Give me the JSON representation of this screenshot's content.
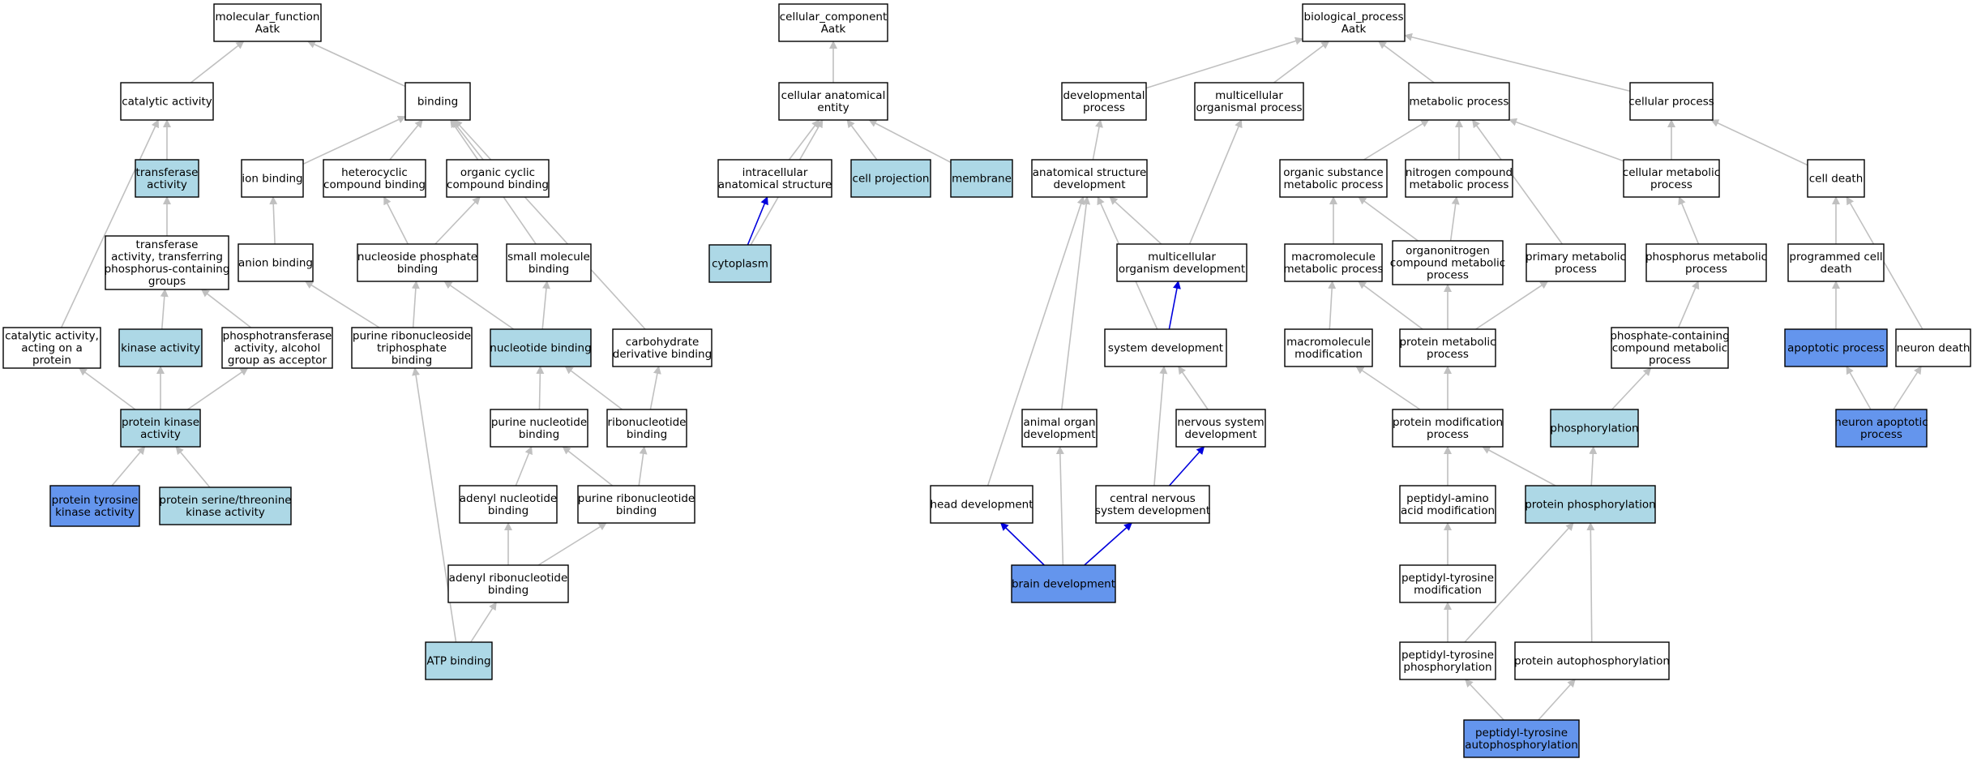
{
  "colors": {
    "default_fill": "#ffffff",
    "light": "#add8e6",
    "dark": "#6495ed",
    "edge_gray": "#c0c0c0",
    "edge_blue": "#0000dd",
    "border": "#000000"
  },
  "nodes": [
    {
      "id": "mf",
      "lines": [
        "molecular_function",
        "Aatk"
      ],
      "fill": "default_fill"
    },
    {
      "id": "cat",
      "lines": [
        "catalytic activity"
      ],
      "fill": "default_fill"
    },
    {
      "id": "binding",
      "lines": [
        "binding"
      ],
      "fill": "default_fill"
    },
    {
      "id": "transferase",
      "lines": [
        "transferase",
        "activity"
      ],
      "fill": "light"
    },
    {
      "id": "ionbind",
      "lines": [
        "ion binding"
      ],
      "fill": "default_fill"
    },
    {
      "id": "hetero",
      "lines": [
        "heterocyclic",
        "compound binding"
      ],
      "fill": "default_fill"
    },
    {
      "id": "orgcyc",
      "lines": [
        "organic cyclic",
        "compound binding"
      ],
      "fill": "default_fill"
    },
    {
      "id": "transphos",
      "lines": [
        "transferase",
        "activity, transferring",
        "phosphorus-containing",
        "groups"
      ],
      "fill": "default_fill"
    },
    {
      "id": "anion",
      "lines": [
        "anion binding"
      ],
      "fill": "default_fill"
    },
    {
      "id": "nucphos",
      "lines": [
        "nucleoside phosphate",
        "binding"
      ],
      "fill": "default_fill"
    },
    {
      "id": "smallmol",
      "lines": [
        "small molecule",
        "binding"
      ],
      "fill": "default_fill"
    },
    {
      "id": "catprot",
      "lines": [
        "catalytic activity,",
        "acting on a",
        "protein"
      ],
      "fill": "default_fill"
    },
    {
      "id": "kinase",
      "lines": [
        "kinase activity"
      ],
      "fill": "light"
    },
    {
      "id": "phosphotrans",
      "lines": [
        "phosphotransferase",
        "activity, alcohol",
        "group as acceptor"
      ],
      "fill": "default_fill"
    },
    {
      "id": "purribotri",
      "lines": [
        "purine ribonucleoside",
        "triphosphate",
        "binding"
      ],
      "fill": "default_fill"
    },
    {
      "id": "nucbind",
      "lines": [
        "nucleotide binding"
      ],
      "fill": "light"
    },
    {
      "id": "carbo",
      "lines": [
        "carbohydrate",
        "derivative binding"
      ],
      "fill": "default_fill"
    },
    {
      "id": "protkin",
      "lines": [
        "protein kinase",
        "activity"
      ],
      "fill": "light"
    },
    {
      "id": "purnuc",
      "lines": [
        "purine nucleotide",
        "binding"
      ],
      "fill": "default_fill"
    },
    {
      "id": "ribonuc",
      "lines": [
        "ribonucleotide",
        "binding"
      ],
      "fill": "default_fill"
    },
    {
      "id": "adenylnuc",
      "lines": [
        "adenyl nucleotide",
        "binding"
      ],
      "fill": "default_fill"
    },
    {
      "id": "purribo",
      "lines": [
        "purine ribonucleotide",
        "binding"
      ],
      "fill": "default_fill"
    },
    {
      "id": "prottyr",
      "lines": [
        "protein tyrosine",
        "kinase activity"
      ],
      "fill": "dark"
    },
    {
      "id": "protser",
      "lines": [
        "protein serine/threonine",
        "kinase activity"
      ],
      "fill": "light"
    },
    {
      "id": "adenylribo",
      "lines": [
        "adenyl ribonucleotide",
        "binding"
      ],
      "fill": "default_fill"
    },
    {
      "id": "atp",
      "lines": [
        "ATP binding"
      ],
      "fill": "light"
    },
    {
      "id": "cc",
      "lines": [
        "cellular_component",
        "Aatk"
      ],
      "fill": "default_fill"
    },
    {
      "id": "cae",
      "lines": [
        "cellular anatomical",
        "entity"
      ],
      "fill": "default_fill"
    },
    {
      "id": "intra",
      "lines": [
        "intracellular",
        "anatomical structure"
      ],
      "fill": "default_fill"
    },
    {
      "id": "cellproj",
      "lines": [
        "cell projection"
      ],
      "fill": "light"
    },
    {
      "id": "membrane",
      "lines": [
        "membrane"
      ],
      "fill": "light"
    },
    {
      "id": "cytoplasm",
      "lines": [
        "cytoplasm"
      ],
      "fill": "light"
    },
    {
      "id": "bp",
      "lines": [
        "biological_process",
        "Aatk"
      ],
      "fill": "default_fill"
    },
    {
      "id": "devproc",
      "lines": [
        "developmental",
        "process"
      ],
      "fill": "default_fill"
    },
    {
      "id": "multiorg",
      "lines": [
        "multicellular",
        "organismal process"
      ],
      "fill": "default_fill"
    },
    {
      "id": "metab",
      "lines": [
        "metabolic process"
      ],
      "fill": "default_fill"
    },
    {
      "id": "cellproc",
      "lines": [
        "cellular process"
      ],
      "fill": "default_fill"
    },
    {
      "id": "anatdev",
      "lines": [
        "anatomical structure",
        "development"
      ],
      "fill": "default_fill"
    },
    {
      "id": "orgsub",
      "lines": [
        "organic substance",
        "metabolic process"
      ],
      "fill": "default_fill"
    },
    {
      "id": "nitro",
      "lines": [
        "nitrogen compound",
        "metabolic process"
      ],
      "fill": "default_fill"
    },
    {
      "id": "cellmetab",
      "lines": [
        "cellular metabolic",
        "process"
      ],
      "fill": "default_fill"
    },
    {
      "id": "celldeath",
      "lines": [
        "cell death"
      ],
      "fill": "default_fill"
    },
    {
      "id": "multidev",
      "lines": [
        "multicellular",
        "organism development"
      ],
      "fill": "default_fill"
    },
    {
      "id": "macro",
      "lines": [
        "macromolecule",
        "metabolic process"
      ],
      "fill": "default_fill"
    },
    {
      "id": "organonitro",
      "lines": [
        "organonitrogen",
        "compound metabolic",
        "process"
      ],
      "fill": "default_fill"
    },
    {
      "id": "primary",
      "lines": [
        "primary metabolic",
        "process"
      ],
      "fill": "default_fill"
    },
    {
      "id": "phosmetab",
      "lines": [
        "phosphorus metabolic",
        "process"
      ],
      "fill": "default_fill"
    },
    {
      "id": "progdeath",
      "lines": [
        "programmed cell",
        "death"
      ],
      "fill": "default_fill"
    },
    {
      "id": "sysdev",
      "lines": [
        "system development"
      ],
      "fill": "default_fill"
    },
    {
      "id": "macromod",
      "lines": [
        "macromolecule",
        "modification"
      ],
      "fill": "default_fill"
    },
    {
      "id": "protmetab",
      "lines": [
        "protein metabolic",
        "process"
      ],
      "fill": "default_fill"
    },
    {
      "id": "phoscont",
      "lines": [
        "phosphate-containing",
        "compound metabolic",
        "process"
      ],
      "fill": "default_fill"
    },
    {
      "id": "apoptotic",
      "lines": [
        "apoptotic process"
      ],
      "fill": "dark"
    },
    {
      "id": "neurondeath",
      "lines": [
        "neuron death"
      ],
      "fill": "default_fill"
    },
    {
      "id": "animalorg",
      "lines": [
        "animal organ",
        "development"
      ],
      "fill": "default_fill"
    },
    {
      "id": "nervsys",
      "lines": [
        "nervous system",
        "development"
      ],
      "fill": "default_fill"
    },
    {
      "id": "protmod",
      "lines": [
        "protein modification",
        "process"
      ],
      "fill": "default_fill"
    },
    {
      "id": "phosphorylation",
      "lines": [
        "phosphorylation"
      ],
      "fill": "light"
    },
    {
      "id": "neuronapop",
      "lines": [
        "neuron apoptotic",
        "process"
      ],
      "fill": "dark"
    },
    {
      "id": "headdev",
      "lines": [
        "head development"
      ],
      "fill": "default_fill"
    },
    {
      "id": "cns",
      "lines": [
        "central nervous",
        "system development"
      ],
      "fill": "default_fill"
    },
    {
      "id": "peptamino",
      "lines": [
        "peptidyl-amino",
        "acid modification"
      ],
      "fill": "default_fill"
    },
    {
      "id": "protphos",
      "lines": [
        "protein phosphorylation"
      ],
      "fill": "light"
    },
    {
      "id": "braindev",
      "lines": [
        "brain development"
      ],
      "fill": "dark"
    },
    {
      "id": "pepttyrmod",
      "lines": [
        "peptidyl-tyrosine",
        "modification"
      ],
      "fill": "default_fill"
    },
    {
      "id": "pepttyrphos",
      "lines": [
        "peptidyl-tyrosine",
        "phosphorylation"
      ],
      "fill": "default_fill"
    },
    {
      "id": "protauto",
      "lines": [
        "protein autophosphorylation"
      ],
      "fill": "default_fill"
    },
    {
      "id": "pepttyrauto",
      "lines": [
        "peptidyl-tyrosine",
        "autophosphorylation"
      ],
      "fill": "dark"
    }
  ],
  "edges": [
    {
      "from": "cat",
      "to": "mf",
      "color": "edge_gray"
    },
    {
      "from": "binding",
      "to": "mf",
      "color": "edge_gray"
    },
    {
      "from": "transferase",
      "to": "cat",
      "color": "edge_gray"
    },
    {
      "from": "ionbind",
      "to": "binding",
      "color": "edge_gray"
    },
    {
      "from": "hetero",
      "to": "binding",
      "color": "edge_gray"
    },
    {
      "from": "orgcyc",
      "to": "binding",
      "color": "edge_gray"
    },
    {
      "from": "smallmol",
      "to": "binding",
      "color": "edge_gray"
    },
    {
      "from": "carbo",
      "to": "binding",
      "color": "edge_gray"
    },
    {
      "from": "transphos",
      "to": "transferase",
      "color": "edge_gray"
    },
    {
      "from": "anion",
      "to": "ionbind",
      "color": "edge_gray"
    },
    {
      "from": "nucphos",
      "to": "hetero",
      "color": "edge_gray"
    },
    {
      "from": "nucphos",
      "to": "orgcyc",
      "color": "edge_gray"
    },
    {
      "from": "catprot",
      "to": "cat",
      "color": "edge_gray"
    },
    {
      "from": "kinase",
      "to": "transphos",
      "color": "edge_gray"
    },
    {
      "from": "phosphotrans",
      "to": "transphos",
      "color": "edge_gray"
    },
    {
      "from": "purribotri",
      "to": "anion",
      "color": "edge_gray"
    },
    {
      "from": "purribotri",
      "to": "nucphos",
      "color": "edge_gray"
    },
    {
      "from": "nucbind",
      "to": "nucphos",
      "color": "edge_gray"
    },
    {
      "from": "nucbind",
      "to": "smallmol",
      "color": "edge_gray"
    },
    {
      "from": "protkin",
      "to": "catprot",
      "color": "edge_gray"
    },
    {
      "from": "protkin",
      "to": "kinase",
      "color": "edge_gray"
    },
    {
      "from": "protkin",
      "to": "phosphotrans",
      "color": "edge_gray"
    },
    {
      "from": "purnuc",
      "to": "nucbind",
      "color": "edge_gray"
    },
    {
      "from": "ribonuc",
      "to": "nucbind",
      "color": "edge_gray"
    },
    {
      "from": "ribonuc",
      "to": "carbo",
      "color": "edge_gray"
    },
    {
      "from": "adenylnuc",
      "to": "purnuc",
      "color": "edge_gray"
    },
    {
      "from": "purribo",
      "to": "purnuc",
      "color": "edge_gray"
    },
    {
      "from": "purribo",
      "to": "ribonuc",
      "color": "edge_gray"
    },
    {
      "from": "prottyr",
      "to": "protkin",
      "color": "edge_gray"
    },
    {
      "from": "protser",
      "to": "protkin",
      "color": "edge_gray"
    },
    {
      "from": "adenylribo",
      "to": "adenylnuc",
      "color": "edge_gray"
    },
    {
      "from": "adenylribo",
      "to": "purribo",
      "color": "edge_gray"
    },
    {
      "from": "atp",
      "to": "adenylribo",
      "color": "edge_gray"
    },
    {
      "from": "atp",
      "to": "purribotri",
      "color": "edge_gray"
    },
    {
      "from": "cae",
      "to": "cc",
      "color": "edge_gray"
    },
    {
      "from": "intra",
      "to": "cae",
      "color": "edge_gray"
    },
    {
      "from": "cellproj",
      "to": "cae",
      "color": "edge_gray"
    },
    {
      "from": "membrane",
      "to": "cae",
      "color": "edge_gray"
    },
    {
      "from": "cytoplasm",
      "to": "intra",
      "color": "edge_blue"
    },
    {
      "from": "cytoplasm",
      "to": "cae",
      "color": "edge_gray"
    },
    {
      "from": "devproc",
      "to": "bp",
      "color": "edge_gray"
    },
    {
      "from": "multiorg",
      "to": "bp",
      "color": "edge_gray"
    },
    {
      "from": "metab",
      "to": "bp",
      "color": "edge_gray"
    },
    {
      "from": "cellproc",
      "to": "bp",
      "color": "edge_gray"
    },
    {
      "from": "anatdev",
      "to": "devproc",
      "color": "edge_gray"
    },
    {
      "from": "multidev",
      "to": "multiorg",
      "color": "edge_gray"
    },
    {
      "from": "multidev",
      "to": "anatdev",
      "color": "edge_gray"
    },
    {
      "from": "orgsub",
      "to": "metab",
      "color": "edge_gray"
    },
    {
      "from": "nitro",
      "to": "metab",
      "color": "edge_gray"
    },
    {
      "from": "cellmetab",
      "to": "metab",
      "color": "edge_gray"
    },
    {
      "from": "cellmetab",
      "to": "cellproc",
      "color": "edge_gray"
    },
    {
      "from": "celldeath",
      "to": "cellproc",
      "color": "edge_gray"
    },
    {
      "from": "primary",
      "to": "metab",
      "color": "edge_gray"
    },
    {
      "from": "macro",
      "to": "orgsub",
      "color": "edge_gray"
    },
    {
      "from": "organonitro",
      "to": "nitro",
      "color": "edge_gray"
    },
    {
      "from": "organonitro",
      "to": "orgsub",
      "color": "edge_gray"
    },
    {
      "from": "phosmetab",
      "to": "cellmetab",
      "color": "edge_gray"
    },
    {
      "from": "progdeath",
      "to": "celldeath",
      "color": "edge_gray"
    },
    {
      "from": "neurondeath",
      "to": "celldeath",
      "color": "edge_gray"
    },
    {
      "from": "sysdev",
      "to": "multidev",
      "color": "edge_blue"
    },
    {
      "from": "sysdev",
      "to": "anatdev",
      "color": "edge_gray"
    },
    {
      "from": "macromod",
      "to": "macro",
      "color": "edge_gray"
    },
    {
      "from": "protmetab",
      "to": "macro",
      "color": "edge_gray"
    },
    {
      "from": "protmetab",
      "to": "organonitro",
      "color": "edge_gray"
    },
    {
      "from": "protmetab",
      "to": "primary",
      "color": "edge_gray"
    },
    {
      "from": "phoscont",
      "to": "phosmetab",
      "color": "edge_gray"
    },
    {
      "from": "apoptotic",
      "to": "progdeath",
      "color": "edge_gray"
    },
    {
      "from": "animalorg",
      "to": "anatdev",
      "color": "edge_gray"
    },
    {
      "from": "nervsys",
      "to": "sysdev",
      "color": "edge_gray"
    },
    {
      "from": "protmod",
      "to": "macromod",
      "color": "edge_gray"
    },
    {
      "from": "protmod",
      "to": "protmetab",
      "color": "edge_gray"
    },
    {
      "from": "phosphorylation",
      "to": "phoscont",
      "color": "edge_gray"
    },
    {
      "from": "neuronapop",
      "to": "apoptotic",
      "color": "edge_gray"
    },
    {
      "from": "neuronapop",
      "to": "neurondeath",
      "color": "edge_gray"
    },
    {
      "from": "headdev",
      "to": "anatdev",
      "color": "edge_gray"
    },
    {
      "from": "cns",
      "to": "nervsys",
      "color": "edge_blue"
    },
    {
      "from": "cns",
      "to": "sysdev",
      "color": "edge_gray"
    },
    {
      "from": "peptamino",
      "to": "protmod",
      "color": "edge_gray"
    },
    {
      "from": "protphos",
      "to": "protmod",
      "color": "edge_gray"
    },
    {
      "from": "protphos",
      "to": "phosphorylation",
      "color": "edge_gray"
    },
    {
      "from": "braindev",
      "to": "headdev",
      "color": "edge_blue"
    },
    {
      "from": "braindev",
      "to": "cns",
      "color": "edge_blue"
    },
    {
      "from": "braindev",
      "to": "animalorg",
      "color": "edge_gray"
    },
    {
      "from": "pepttyrmod",
      "to": "peptamino",
      "color": "edge_gray"
    },
    {
      "from": "pepttyrphos",
      "to": "pepttyrmod",
      "color": "edge_gray"
    },
    {
      "from": "pepttyrphos",
      "to": "protphos",
      "color": "edge_gray"
    },
    {
      "from": "protauto",
      "to": "protphos",
      "color": "edge_gray"
    },
    {
      "from": "pepttyrauto",
      "to": "pepttyrphos",
      "color": "edge_gray"
    },
    {
      "from": "pepttyrauto",
      "to": "protauto",
      "color": "edge_gray"
    }
  ]
}
